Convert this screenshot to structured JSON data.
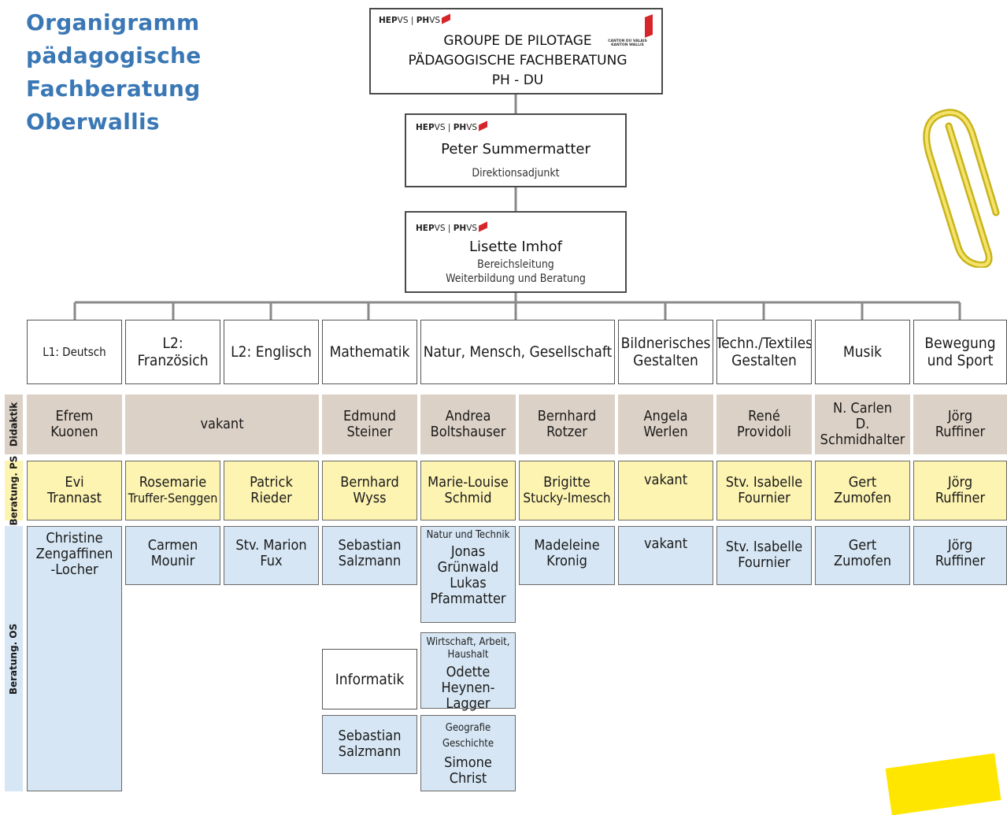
{
  "title": [
    "Organigramm",
    "pädagogische",
    "Fachberatung",
    "Oberwallis"
  ],
  "logo": {
    "hep": "HEP",
    "vs1": "VS",
    "sep": " | ",
    "ph": "PH",
    "vs2": "VS"
  },
  "canton": {
    "line1": "CANTON DU VALAIS",
    "line2": "KANTON WALLIS"
  },
  "top_box": {
    "lines": [
      "GROUPE DE PILOTAGE",
      "PÄDAGOGISCHE FACHBERATUNG",
      "PH - DU"
    ]
  },
  "director": {
    "name": "Peter Summermatter",
    "role": "Direktionsadjunkt"
  },
  "head": {
    "name": "Lisette Imhof",
    "role1": "Bereichsleitung",
    "role2": "Weiterbildung und Beratung"
  },
  "subjects": [
    "L1: Deutsch",
    "L2: Französich",
    "L2: Englisch",
    "Mathematik",
    "Natur, Mensch, Gesellschaft",
    [
      "Bildnerisches",
      "Gestalten"
    ],
    [
      "Techn./Textiles",
      "Gestalten"
    ],
    "Musik",
    [
      "Bewegung",
      "und Sport"
    ]
  ],
  "rows": {
    "didaktik": "Didaktik",
    "ps": "Beratung. PS",
    "os": "Beratung. OS"
  },
  "didaktik": [
    [
      "Efrem",
      "Kuonen"
    ],
    [
      "vakant"
    ],
    [
      "Edmund",
      "Steiner"
    ],
    [
      "Andrea",
      "Boltshauser"
    ],
    [
      "Bernhard",
      "Rotzer"
    ],
    [
      "Angela",
      "Werlen"
    ],
    [
      "René",
      "Providoli"
    ],
    [
      "N. Carlen",
      "D. Schmidhalter"
    ],
    [
      "Jörg",
      "Ruffiner"
    ]
  ],
  "ps": [
    [
      "Evi",
      "Trannast"
    ],
    [
      "Rosemarie",
      "Truffer-Senggen"
    ],
    [
      "Patrick",
      "Rieder"
    ],
    [
      "Bernhard",
      "Wyss"
    ],
    [
      "Marie-Louise",
      "Schmid"
    ],
    [
      "Brigitte",
      "Stucky-Imesch"
    ],
    [
      "vakant"
    ],
    [
      "Stv. Isabelle",
      "Fournier"
    ],
    [
      "Gert",
      "Zumofen"
    ],
    [
      "Jörg",
      "Ruffiner"
    ]
  ],
  "os": [
    [
      "Christine",
      "Zengaffinen",
      "-Locher"
    ],
    [
      "Carmen",
      "Mounir"
    ],
    [
      "Stv. Marion",
      "Fux"
    ],
    [
      "Sebastian",
      "Salzmann"
    ],
    [
      "Madeleine",
      "Kronig"
    ],
    [
      "vakant"
    ],
    [
      "Stv. Isabelle",
      "Fournier"
    ],
    [
      "Gert",
      "Zumofen"
    ],
    [
      "Jörg",
      "Ruffiner"
    ]
  ],
  "nmg_os": {
    "natur_label": "Natur und Technik",
    "natur_names": [
      "Jonas",
      "Grünwald",
      "Lukas",
      "Pfammatter"
    ],
    "wah_label": [
      "Wirtschaft, Arbeit,",
      "Haushalt"
    ],
    "wah_names": [
      "Odette",
      "Heynen-Lagger"
    ],
    "geo_label": [
      "Geografie",
      "Geschichte"
    ],
    "geo_names": [
      "Simone",
      "Christ"
    ]
  },
  "informatik": {
    "label": "Informatik",
    "names": [
      "Sebastian",
      "Salzmann"
    ]
  },
  "colors": {
    "title": "#3a78b5",
    "didaktik": "#dcd1c6",
    "ps": "#fdf4b2",
    "os": "#d6e6f4",
    "connector": "#8a8a8a",
    "logo_red": "#d7262b",
    "highlight": "#ffe600",
    "clip": "#e8d23a"
  }
}
